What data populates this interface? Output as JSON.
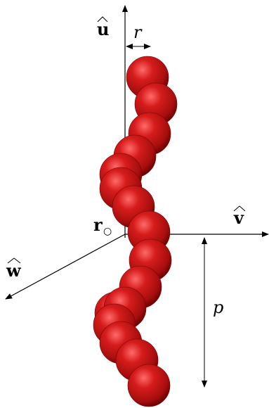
{
  "labels": {
    "u_axis": "u",
    "v_axis": "v",
    "w_axis": "w",
    "origin": "r",
    "origin_symbol": "○",
    "radius": "r",
    "pitch": "p"
  },
  "colors": {
    "sphere_base": "#c01414",
    "sphere_dark": "#6e0000",
    "sphere_highlight": "#ff6a6a",
    "line": "#000000"
  },
  "structure": {
    "sphere_count": 16
  }
}
